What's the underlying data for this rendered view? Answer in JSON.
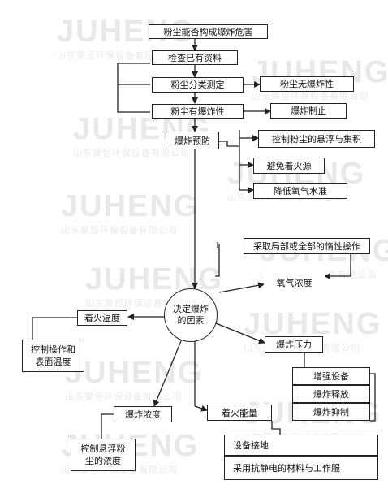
{
  "watermark": {
    "brand": "JUHENG",
    "company": "山东聚恒环保设备有限公司"
  },
  "nodes": {
    "dust_explosion_hazard": "粉尘能否构成爆炸危害",
    "check_data": "检查已有资料",
    "dust_classification": "粉尘分类测定",
    "dust_non_explosive": "粉尘无爆炸性",
    "dust_explosive": "粉尘有爆炸性",
    "explosion_suppression": "爆炸制止",
    "explosion_prevention": "爆炸预防",
    "control_suspension": "控制粉尘的悬浮与集积",
    "avoid_ignition": "避免着火源",
    "reduce_oxygen": "降低氧气水准",
    "inert_operation": "采取局部或全部的惰性操作",
    "oxygen_concentration": "氧气浓度",
    "decisive_factors": "决定爆炸的因素",
    "ignition_temperature": "着火温度",
    "control_operation": "控制操作和表面温度",
    "explosion_pressure": "爆炸压力",
    "strengthen_equipment": "增强设备",
    "explosion_release": "爆炸释放",
    "explosion_suppression_2": "爆炸抑制",
    "explosion_concentration": "爆炸浓度",
    "control_dust_concentration": "控制悬浮粉尘的浓度",
    "ignition_energy": "着火能量",
    "equipment_grounding": "设备接地",
    "antistatic_materials": "采用抗静电的材料与工作服"
  }
}
